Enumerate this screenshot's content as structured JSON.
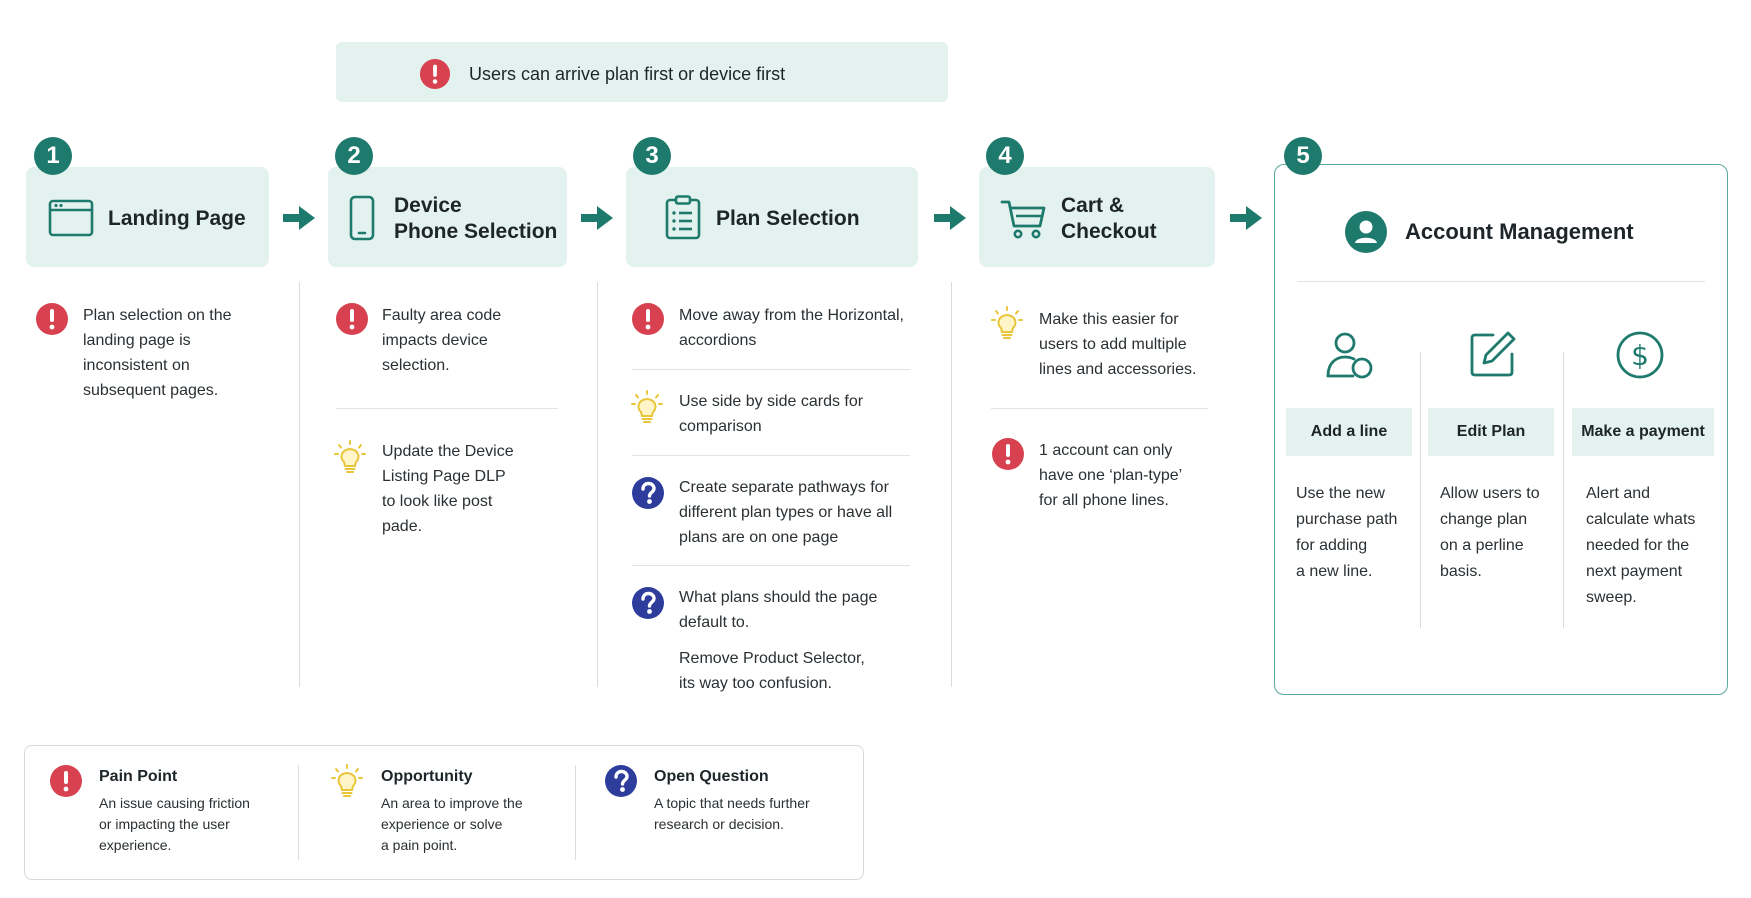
{
  "banner": {
    "text": "Users can arrive plan first or device first"
  },
  "steps": [
    {
      "number": "1",
      "title": "Landing Page",
      "icon": "browser-window-icon"
    },
    {
      "number": "2",
      "title_line1": "Device",
      "title_line2": "Phone Selection",
      "icon": "smartphone-icon"
    },
    {
      "number": "3",
      "title": "Plan Selection",
      "icon": "clipboard-list-icon"
    },
    {
      "number": "4",
      "title_line1": "Cart &",
      "title_line2": "Checkout",
      "icon": "shopping-cart-icon"
    },
    {
      "number": "5",
      "title": "Account Management",
      "icon": "user-avatar-icon"
    }
  ],
  "notes": {
    "col1": [
      {
        "type": "pain",
        "lines": [
          "Plan selection on the",
          "landing page is",
          "inconsistent on",
          "subsequent pages."
        ]
      }
    ],
    "col2": [
      {
        "type": "pain",
        "lines": [
          "Faulty area code",
          "impacts device",
          "selection."
        ]
      },
      {
        "type": "opportunity",
        "lines": [
          "Update the Device",
          "Listing Page DLP",
          "to look like post",
          "pade."
        ]
      }
    ],
    "col3": [
      {
        "type": "pain",
        "lines": [
          "Move away from the Horizontal,",
          "accordions"
        ]
      },
      {
        "type": "opportunity",
        "lines": [
          "Use side by side cards for",
          "comparison"
        ]
      },
      {
        "type": "question",
        "lines": [
          "Create separate pathways for",
          "different plan types or have all",
          "plans are on one page"
        ]
      },
      {
        "type": "question",
        "lines": [
          "What plans should the page",
          "default to."
        ],
        "extra_lines": [
          "Remove Product Selector,",
          "its way too confusion."
        ]
      }
    ],
    "col4": [
      {
        "type": "opportunity",
        "lines": [
          "Make this easier for",
          "users to add multiple",
          "lines and accessories."
        ]
      },
      {
        "type": "pain",
        "lines": [
          "1 account can only",
          "have one ‘plan-type’",
          "for all phone lines."
        ]
      }
    ]
  },
  "account": {
    "subs": [
      {
        "label": "Add a line",
        "icon": "user-add-icon",
        "lines": [
          "Use the new",
          "purchase path",
          "for adding",
          "a new line."
        ]
      },
      {
        "label": "Edit Plan",
        "icon": "edit-pencil-icon",
        "lines": [
          "Allow users to",
          "change plan",
          "on a perline",
          "basis."
        ]
      },
      {
        "label": "Make a payment",
        "icon": "dollar-coin-icon",
        "lines": [
          "Alert and",
          "calculate whats",
          "needed for the",
          "next payment",
          "sweep."
        ]
      }
    ]
  },
  "legend": [
    {
      "title": "Pain Point",
      "lines": [
        "An issue causing friction",
        "or impacting the user",
        "experience."
      ]
    },
    {
      "title": "Opportunity",
      "lines": [
        "An area to improve the",
        "experience or solve",
        "a pain point."
      ]
    },
    {
      "title": "Open Question",
      "lines": [
        "A topic that needs further",
        "research or decision."
      ]
    }
  ],
  "colors": {
    "teal": "#1f7a6e",
    "panel": "#e4f2ef",
    "pain_red": "#d8414f",
    "opportunity_yellow": "#e9c53a",
    "question_blue": "#2e3d9c"
  }
}
